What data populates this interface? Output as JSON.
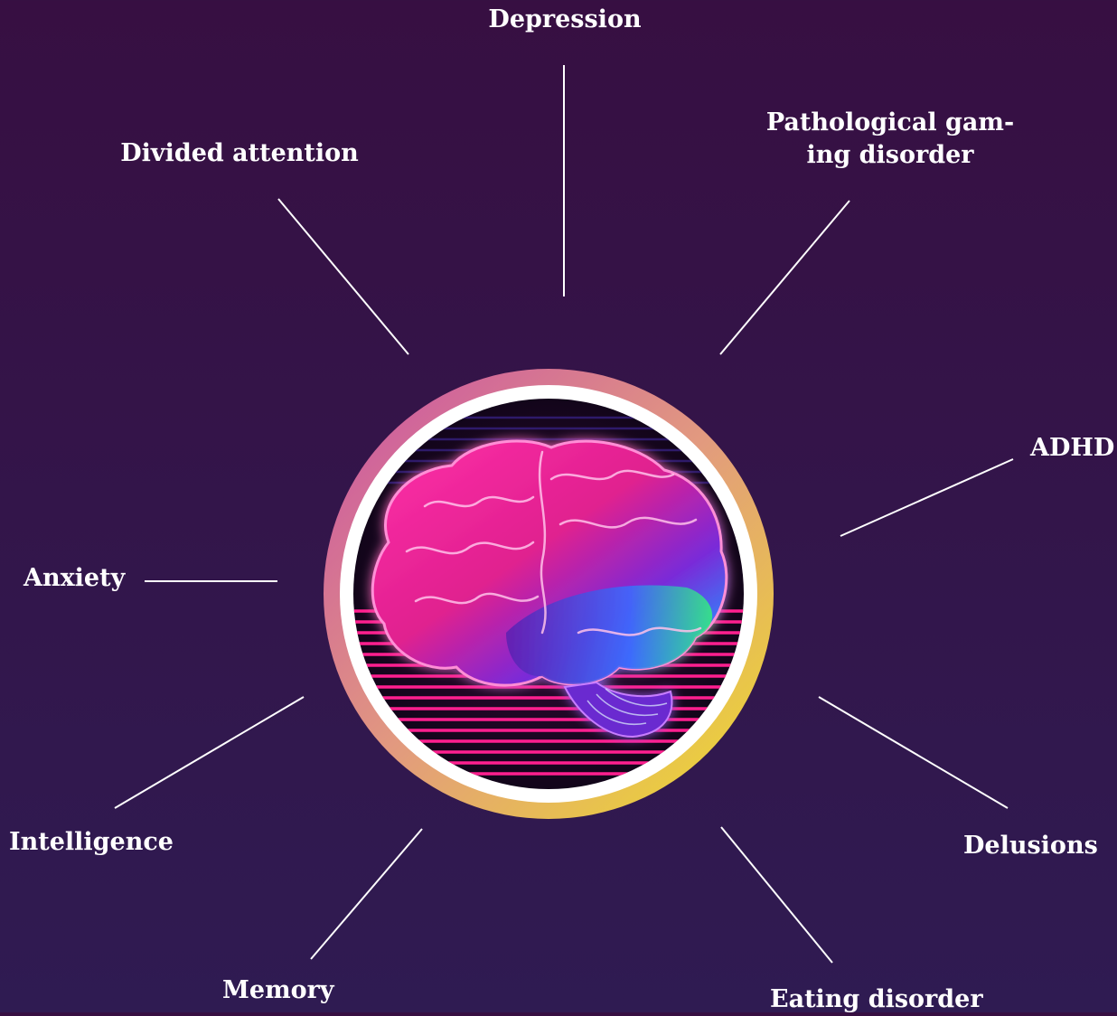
{
  "labels": {
    "depression": "Depression",
    "pathological_gaming": "Pathological gam-ing disorder",
    "divided_attention": "Divided attention",
    "adhd": "ADHD",
    "anxiety": "Anxiety",
    "intelligence": "Intelligence",
    "delusions": "Delusions",
    "memory": "Memory",
    "eating_disorder": "Eating disorder"
  },
  "colors": {
    "background_top": "#370f42",
    "background_bottom": "#2f1b52",
    "ring_gradient": [
      "#d35aa8",
      "#e39a7c",
      "#e6d640"
    ],
    "connector": "#ffffff"
  },
  "center_image": "neon-brain-icon"
}
